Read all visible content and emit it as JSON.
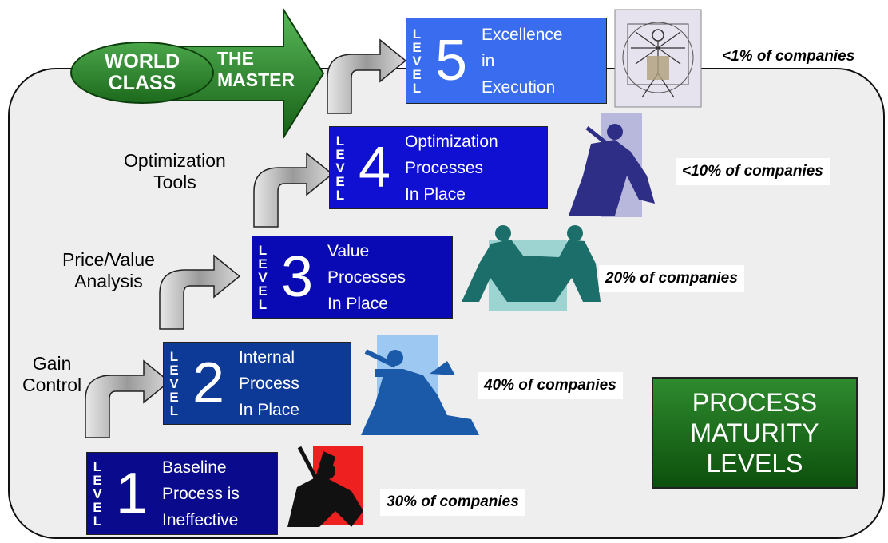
{
  "title": {
    "line1": "PROCESS",
    "line2": "MATURITY",
    "line3": "LEVELS"
  },
  "world_class": {
    "line1": "WORLD",
    "line2": "CLASS"
  },
  "master": {
    "line1": "THE",
    "line2": "MASTER"
  },
  "level_word": [
    "L",
    "E",
    "V",
    "E",
    "L"
  ],
  "levels": [
    {
      "number": "1",
      "lines": [
        "Baseline",
        "Process is",
        "Ineffective"
      ],
      "pct": "30% of companies",
      "color": "#0a0a8c"
    },
    {
      "number": "2",
      "lines": [
        "Internal",
        "Process",
        "In Place"
      ],
      "pct": "40% of companies",
      "color": "#0d3a96"
    },
    {
      "number": "3",
      "lines": [
        "Value",
        "Processes",
        "In Place"
      ],
      "pct": "20% of companies",
      "color": "#0a0ab4"
    },
    {
      "number": "4",
      "lines": [
        "Optimization",
        "Processes",
        "In Place"
      ],
      "pct": "<10% of companies",
      "color": "#1010d2"
    },
    {
      "number": "5",
      "lines": [
        "Excellence",
        "in",
        "Execution"
      ],
      "pct": "<1% of companies",
      "color": "#3a6cf0"
    }
  ],
  "side_labels": {
    "gain": [
      "Gain",
      "Control"
    ],
    "price": [
      "Price/Value",
      "Analysis"
    ],
    "opt": [
      "Optimization",
      "Tools"
    ]
  }
}
